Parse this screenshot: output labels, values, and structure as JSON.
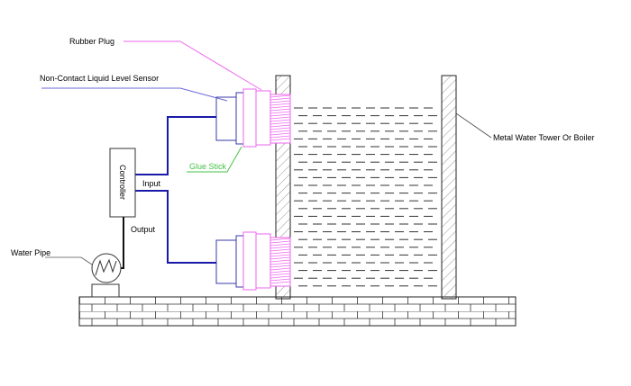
{
  "labels": {
    "rubber_plug": "Rubber Plug",
    "sensor": "Non-Contact Liquid Level Sensor",
    "tower": "Metal Water Tower Or Boiler",
    "glue_stick": "Glue Stick",
    "input": "Input",
    "output": "Output",
    "controller": "Controller",
    "water_pipe": "Water Pipe"
  },
  "colors": {
    "outline": "#222222",
    "sensor_outline": "#3a3aa8",
    "signal_wire": "#1a1aa8",
    "rubber_plug": "#ee66ee",
    "glue": "#44c244",
    "hatch": "#555555",
    "water_dash": "#333333"
  }
}
